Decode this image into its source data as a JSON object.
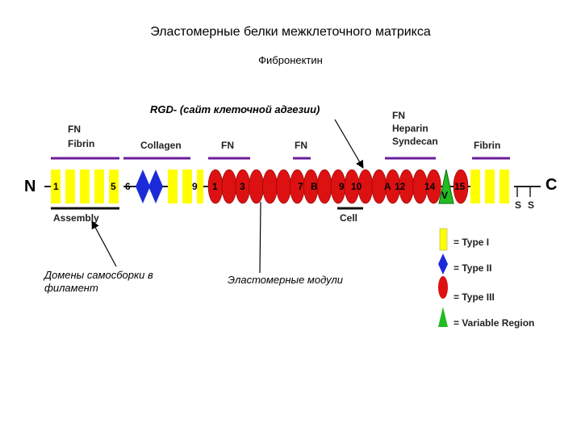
{
  "title": "Эластомерные белки межклеточного матрикса",
  "subtitle": "Фибронектин",
  "rgd_label": "RGD- (сайт клеточной адгезии)",
  "note_assembly": "Домены самосборки в филамент",
  "note_elastomer": "Эластомерные модули",
  "terminals": {
    "n": "N",
    "c": "C"
  },
  "ss_labels": [
    "S",
    "S"
  ],
  "binding_labels": {
    "fn_fibrin": [
      "FN",
      "Fibrin"
    ],
    "collagen": "Collagen",
    "fn1": "FN",
    "fn2": "FN",
    "fn_heparin": [
      "FN",
      "Heparin",
      "Syndecan"
    ],
    "fibrin": "Fibrin",
    "assembly": "Assembly",
    "cell": "Cell"
  },
  "module_numbers": {
    "n1": "1",
    "n5": "5",
    "n6": "6",
    "n9": "9",
    "m1": "1",
    "m3": "3",
    "m7": "7",
    "mB": "B",
    "m9": "9",
    "m10": "10",
    "mA": "A",
    "m12": "12",
    "m14": "14",
    "mV": "V",
    "m15": "15"
  },
  "legend": {
    "type1": "= Type I",
    "type2": "= Type II",
    "type3": "= Type III",
    "variable": "= Variable Region"
  },
  "colors": {
    "type1": "#ffff00",
    "type2": "#1c2bd9",
    "type3": "#dd1111",
    "variable": "#22bb22",
    "binding_bar": "#6a1d9a"
  }
}
